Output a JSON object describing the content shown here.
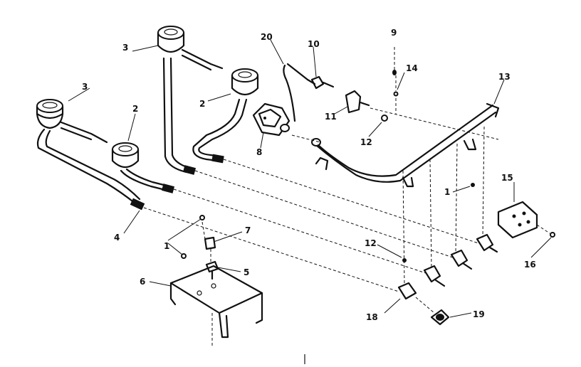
{
  "callouts": {
    "c1a": "1",
    "c1b": "1",
    "c2a": "2",
    "c2b": "2",
    "c3a": "3",
    "c3b": "3",
    "c4": "4",
    "c5": "5",
    "c6": "6",
    "c7": "7",
    "c8": "8",
    "c9": "9",
    "c10": "10",
    "c11": "11",
    "c12a": "12",
    "c12b": "12",
    "c13": "13",
    "c14": "14",
    "c15": "15",
    "c16": "16",
    "c18": "18",
    "c19": "19",
    "c20": "20"
  }
}
